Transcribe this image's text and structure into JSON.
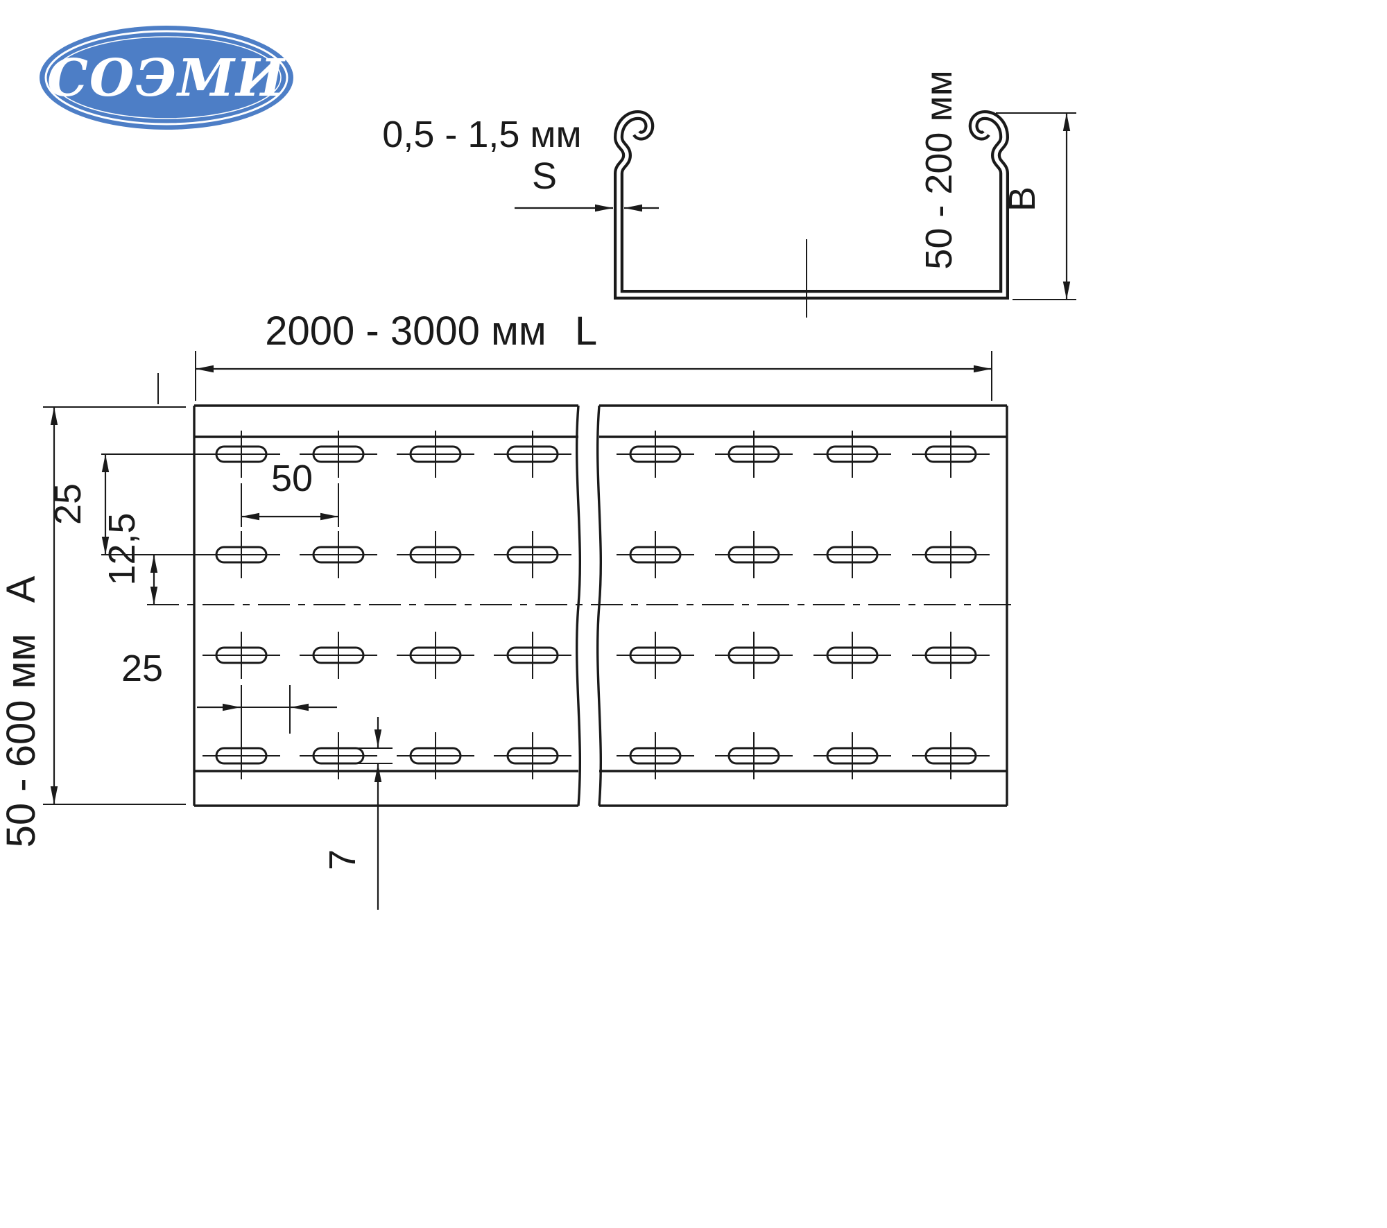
{
  "logo": {
    "text": "СОЭМИ"
  },
  "section_view": {
    "thickness_value": "0,5 - 1,5 мм",
    "thickness_symbol": "S",
    "height_value": "50 - 200 мм",
    "height_symbol": "B"
  },
  "plan_view": {
    "length_value": "2000 - 3000 мм",
    "length_symbol": "L",
    "width_value": "50 - 600 мм",
    "width_symbol": "А",
    "row_spacing": "25",
    "row_to_axis": "12,5",
    "hole_spacing": "50",
    "hole_offset": "25",
    "slot_width": "7"
  },
  "colors": {
    "logo_blue": "#4d7ec6",
    "line": "#1a1a1a"
  }
}
